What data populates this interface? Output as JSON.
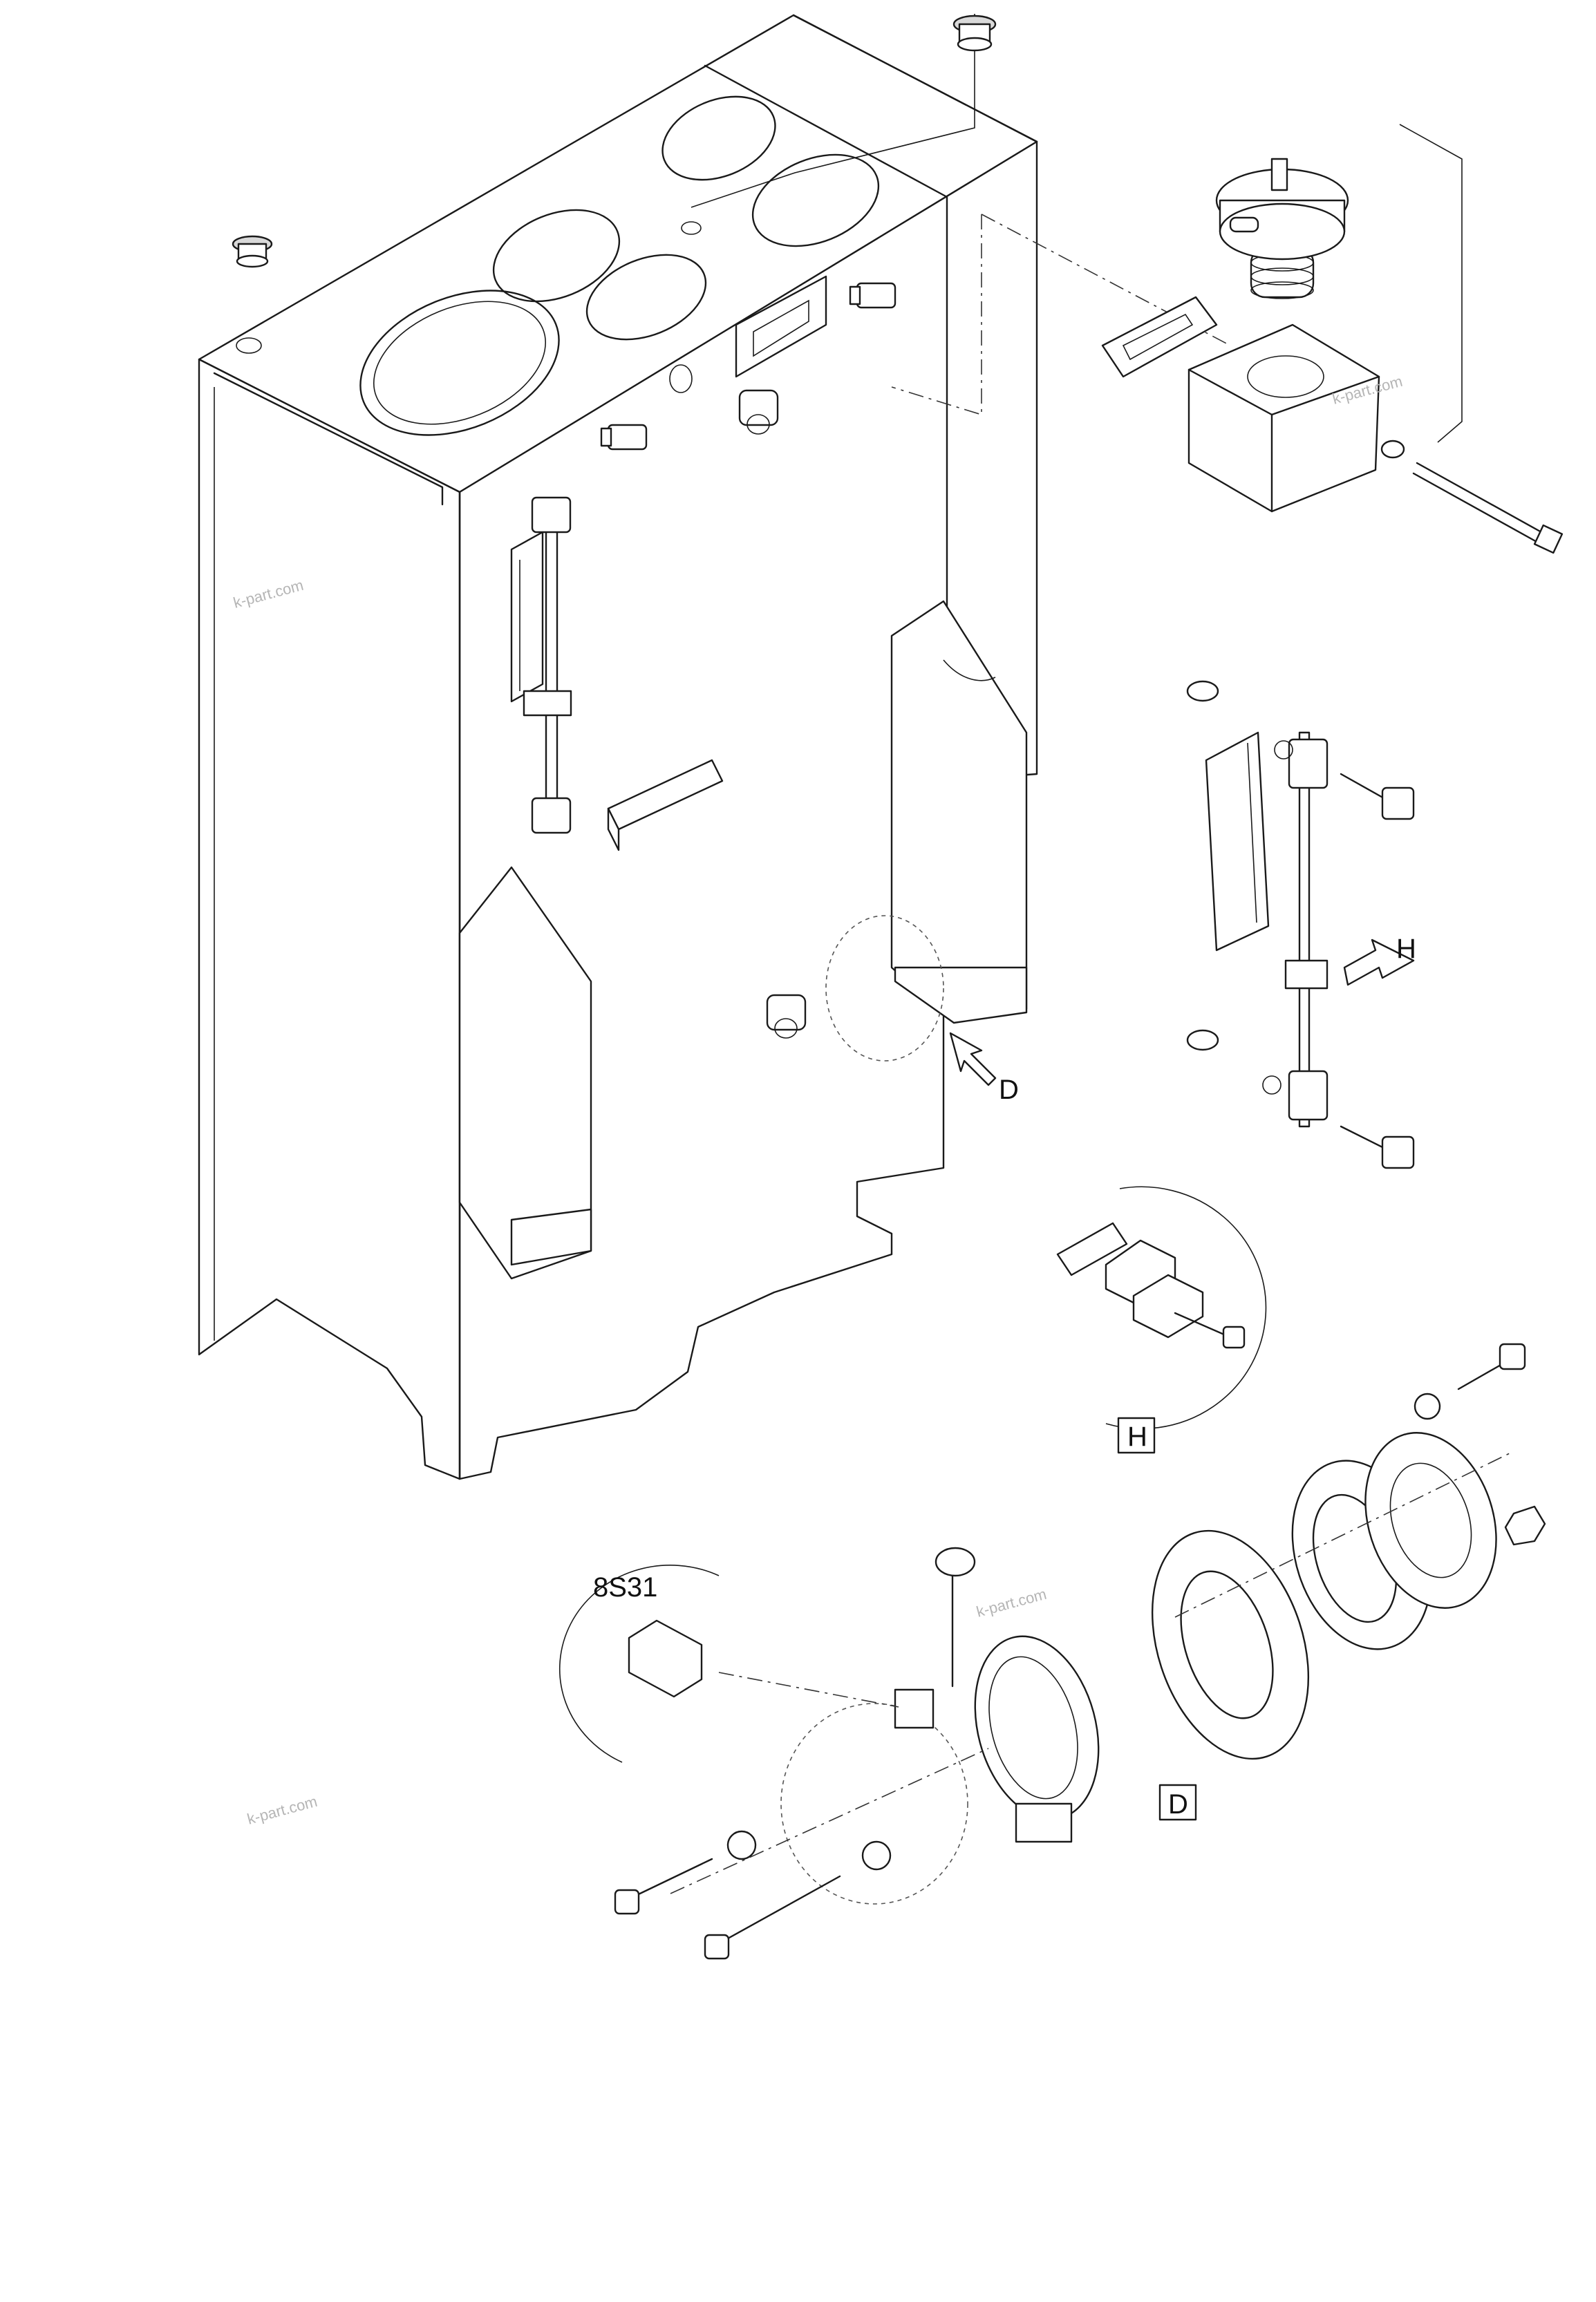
{
  "callouts": {
    "view_h_arrow": "H",
    "view_d_arrow": "D",
    "detail_h": "H",
    "detail_d": "D",
    "sensor_code": "8S31"
  },
  "watermark": "k-part.com"
}
